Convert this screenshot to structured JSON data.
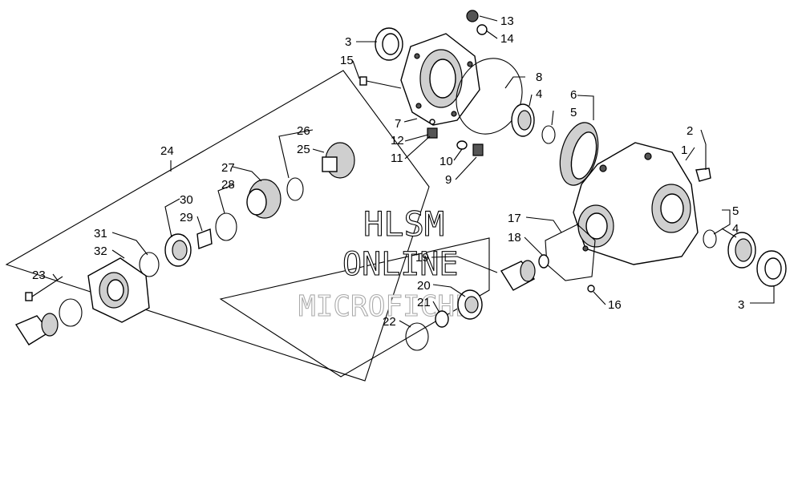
{
  "watermark": {
    "line1": "HLSM",
    "line2": "ONLINE",
    "line3": "MICROFICHE"
  },
  "callouts": [
    {
      "id": "c1",
      "label": "1"
    },
    {
      "id": "c2",
      "label": "2"
    },
    {
      "id": "c3a",
      "label": "3"
    },
    {
      "id": "c3b",
      "label": "3"
    },
    {
      "id": "c4a",
      "label": "4"
    },
    {
      "id": "c4b",
      "label": "4"
    },
    {
      "id": "c5a",
      "label": "5"
    },
    {
      "id": "c5b",
      "label": "5"
    },
    {
      "id": "c6",
      "label": "6"
    },
    {
      "id": "c7",
      "label": "7"
    },
    {
      "id": "c8",
      "label": "8"
    },
    {
      "id": "c9",
      "label": "9"
    },
    {
      "id": "c10",
      "label": "10"
    },
    {
      "id": "c11",
      "label": "11"
    },
    {
      "id": "c12",
      "label": "12"
    },
    {
      "id": "c13",
      "label": "13"
    },
    {
      "id": "c14",
      "label": "14"
    },
    {
      "id": "c15",
      "label": "15"
    },
    {
      "id": "c16",
      "label": "16"
    },
    {
      "id": "c17",
      "label": "17"
    },
    {
      "id": "c18",
      "label": "18"
    },
    {
      "id": "c19",
      "label": "19"
    },
    {
      "id": "c20",
      "label": "20"
    },
    {
      "id": "c21",
      "label": "21"
    },
    {
      "id": "c22",
      "label": "22"
    },
    {
      "id": "c23",
      "label": "23"
    },
    {
      "id": "c24",
      "label": "24"
    },
    {
      "id": "c25",
      "label": "25"
    },
    {
      "id": "c26",
      "label": "26"
    },
    {
      "id": "c27",
      "label": "27"
    },
    {
      "id": "c28",
      "label": "28"
    },
    {
      "id": "c29",
      "label": "29"
    },
    {
      "id": "c30",
      "label": "30"
    },
    {
      "id": "c31",
      "label": "31"
    },
    {
      "id": "c32",
      "label": "32"
    }
  ]
}
